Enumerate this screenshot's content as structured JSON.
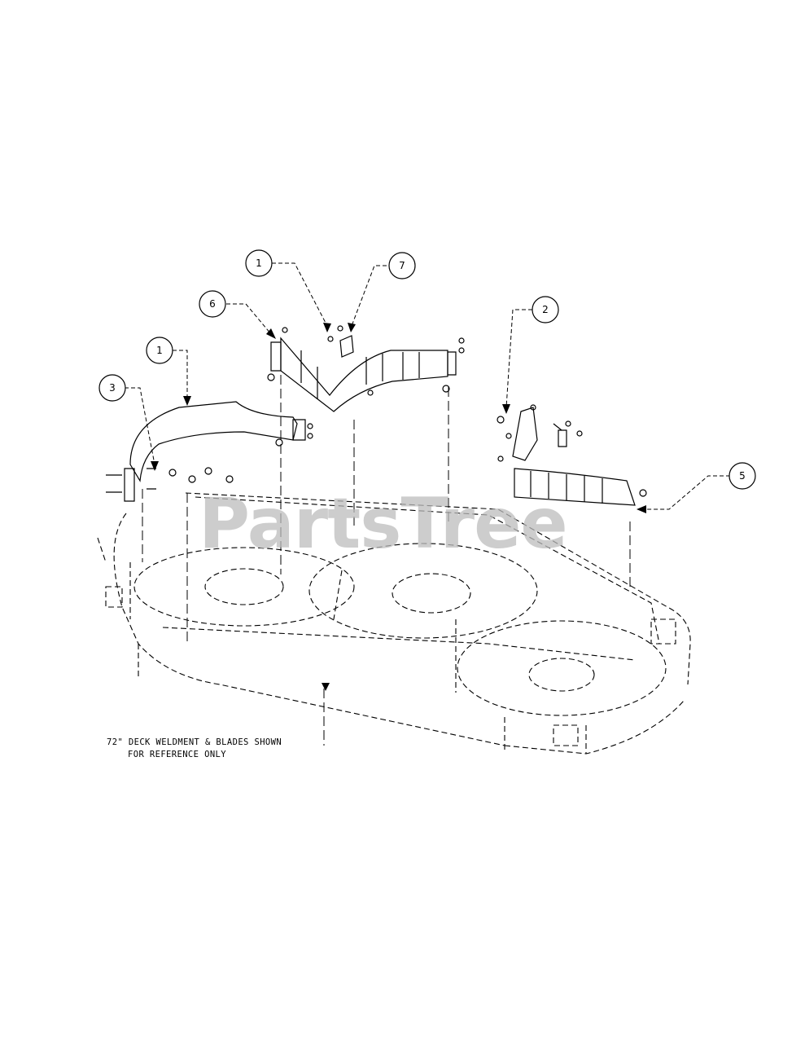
{
  "watermark": {
    "text": "PartsTree"
  },
  "callouts": [
    {
      "id": "c1a",
      "number": "1"
    },
    {
      "id": "c7",
      "number": "7"
    },
    {
      "id": "c6",
      "number": "6"
    },
    {
      "id": "c2",
      "number": "2"
    },
    {
      "id": "c1b",
      "number": "1"
    },
    {
      "id": "c3",
      "number": "3"
    },
    {
      "id": "c5",
      "number": "5"
    }
  ],
  "note": {
    "line1": "72\" DECK WELDMENT & BLADES SHOWN",
    "line2": "FOR REFERENCE ONLY"
  }
}
